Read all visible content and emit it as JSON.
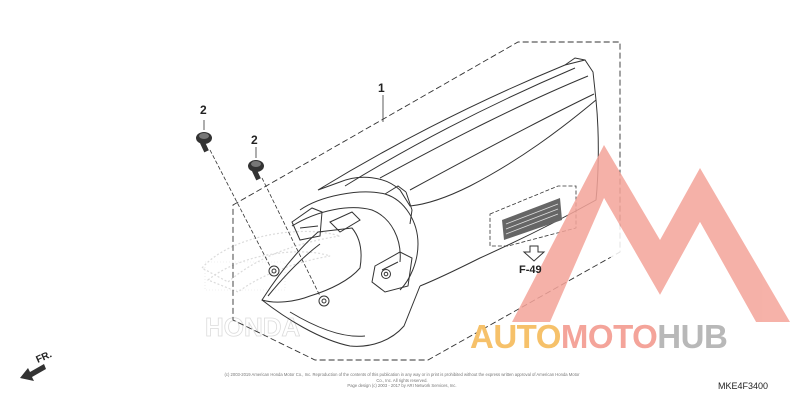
{
  "callouts": {
    "part_1": "1",
    "part_2a": "2",
    "part_2b": "2"
  },
  "reference": "F-49",
  "direction_label": "FR.",
  "copyright_line1": "(c) 2003-2019 American Honda Motor Co., Inc. Reproduction of the contents of this publication in any way or in print is prohibited without the express written approval of American Honda Motor Co., Inc. All rights reserved.",
  "copyright_line2": "Page design (c) 2003 - 2017 by ARI Network Services, Inc.",
  "diagram_code": "MKE4F3400",
  "watermark": {
    "part1": "AUTO",
    "part2": "MOTO",
    "part3": "HUB"
  },
  "colors": {
    "line": "#333333",
    "watermark_yellow": "#f6c16a",
    "watermark_pink": "#f4a49a",
    "watermark_gray": "#b8b8b8"
  }
}
